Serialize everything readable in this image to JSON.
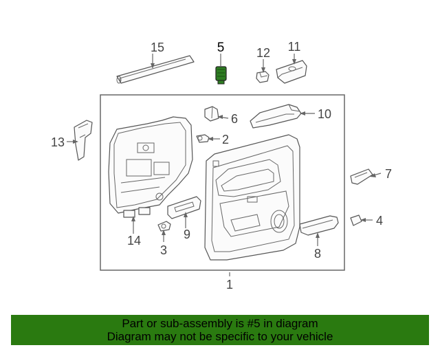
{
  "callouts": {
    "c1": "1",
    "c2": "2",
    "c3": "3",
    "c4": "4",
    "c5": "5",
    "c6": "6",
    "c7": "7",
    "c8": "8",
    "c9": "9",
    "c10": "10",
    "c11": "11",
    "c12": "12",
    "c13": "13",
    "c14": "14",
    "c15": "15"
  },
  "highlighted_part": "5",
  "colors": {
    "highlight_part": "#2e7d22",
    "banner_background": "#2a7a10",
    "banner_text": "#000000",
    "line_art": "#555555"
  },
  "banner": {
    "line1": "Part or sub-assembly is #5 in diagram",
    "line2": "Diagram may not be specific to your vehicle"
  }
}
